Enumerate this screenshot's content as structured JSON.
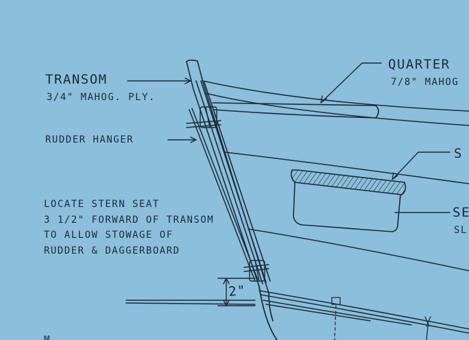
{
  "labels": {
    "transom_title": "TRANSOM",
    "transom_spec": "3/4\" MAHOG. PLY.",
    "rudder_hanger": "RUDDER HANGER",
    "note_line1": "LOCATE STERN SEAT",
    "note_line2": "3 1/2\" FORWARD OF TRANSOM",
    "note_line3": "TO ALLOW STOWAGE OF",
    "note_line4": "RUDDER & DAGGERBOARD",
    "quarter_title": "QUARTER",
    "quarter_spec": "7/8\" MAHOG",
    "seat_a": "S",
    "seat_b_line1": "SE",
    "seat_b_line2": "SL",
    "dimension": "2\"",
    "bottom_partial": "M"
  },
  "colors": {
    "paper": "#8bbfdc",
    "ink": "#1d2a35",
    "hatch": "#2b3944"
  }
}
